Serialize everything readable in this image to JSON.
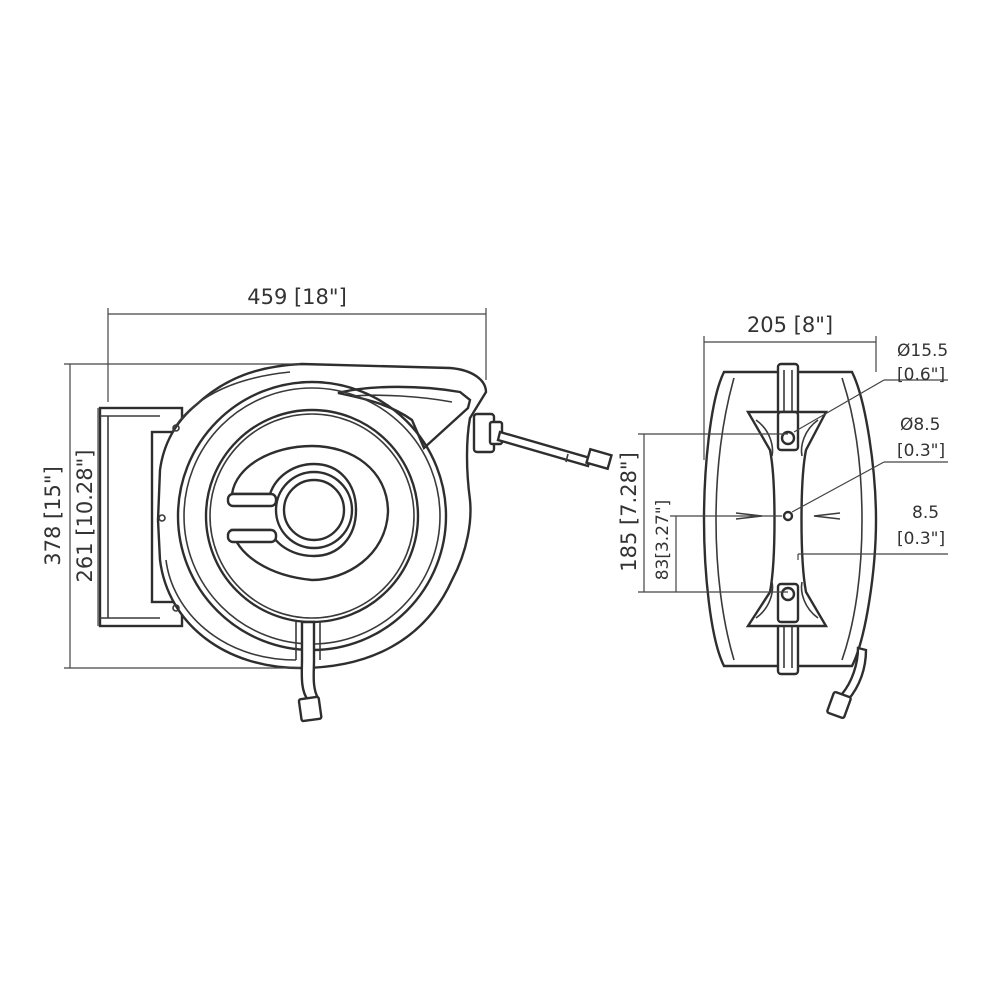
{
  "colors": {
    "line": "#2e2e2e",
    "text": "#333333",
    "background": "#ffffff"
  },
  "side_view": {
    "width_label": "459 [18\"]",
    "height_overall_label": "378 [15\"]",
    "height_bracket_label": "261 [10.28\"]"
  },
  "front_view": {
    "depth_label": "205 [8\"]",
    "hole_large_dia": "Ø15.5",
    "hole_large_dia_inch": "[0.6\"]",
    "hole_small_dia": "Ø8.5",
    "hole_small_dia_inch": "[0.3\"]",
    "slot_width": "8.5",
    "slot_width_inch": "[0.3\"]",
    "mount_spacing_label": "185 [7.28\"]",
    "slot_offset_label": "83[3.27\"]"
  }
}
